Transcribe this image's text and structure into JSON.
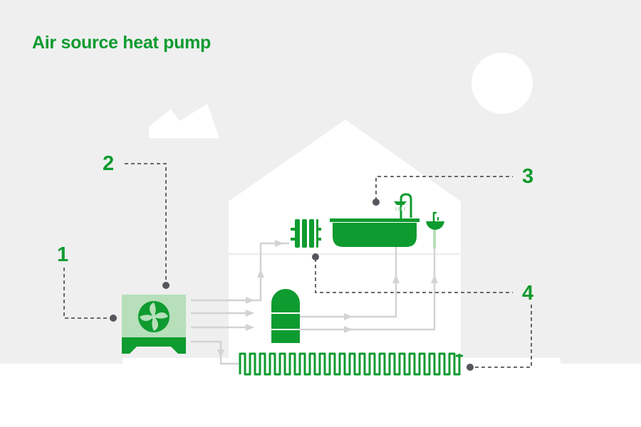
{
  "title": "Air source heat pump",
  "callouts": [
    {
      "number": "1"
    },
    {
      "number": "2"
    },
    {
      "number": "3"
    },
    {
      "number": "4"
    }
  ],
  "colors": {
    "brand_green": "#0e9b2f",
    "light_green": "#b6dfba",
    "background_grey": "#efefef",
    "pipe_grey": "#d3d3d3",
    "leader_line": "#55555c"
  }
}
